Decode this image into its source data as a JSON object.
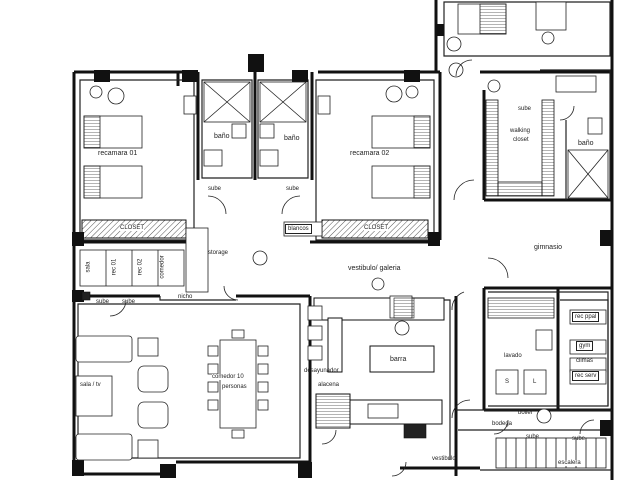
{
  "rooms": {
    "recamara01": "recamara 01",
    "recamara02": "recamara 02",
    "bano_left": "baño",
    "bano_right": "baño",
    "bano_top": "baño",
    "closet_left": "CLOSET",
    "closet_right": "CLOSET",
    "walking_closet_line1": "walking",
    "walking_closet_line2": "closet",
    "blancos": "blancos",
    "storage": "storage",
    "gimnasio": "gimnasio",
    "vestibulo_galeria": "vestibulo/ galeria",
    "nicho": "nicho",
    "comedor_line1": "comedor 10",
    "comedor_line2": "personas",
    "sala": "sala / tv",
    "barra": "barra",
    "desayunador": "desayunador",
    "alacena": "alacena",
    "lavado": "lavado",
    "bodega": "bodega",
    "boiler": "boiler",
    "vestibulo": "vestibulo",
    "escalera": "escalera",
    "rec_ppal": "rec ppal",
    "gym": "gym",
    "climas": "climas",
    "rec_serv": "rec serv"
  },
  "labels": {
    "sube_1": "sube",
    "sube_2": "sube",
    "sube_3": "sube",
    "sube_4": "sube",
    "sube_5": "sube",
    "sube_6": "sube",
    "sube_7": "sube"
  },
  "panel": {
    "sala": "sala",
    "rec01": "rec 01",
    "rec02": "rec 02",
    "comedor": "comedor"
  },
  "appliances": {
    "washer": "S",
    "dryer": "L"
  }
}
